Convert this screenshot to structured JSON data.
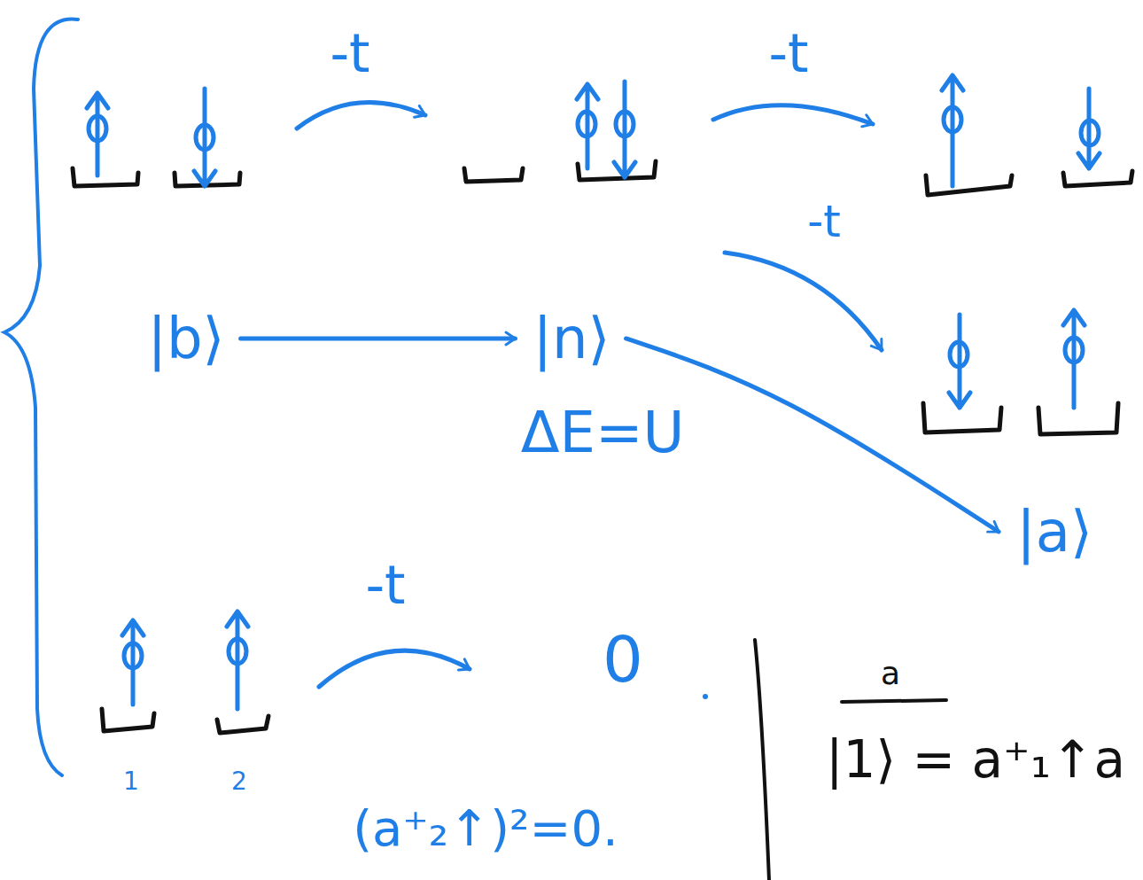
{
  "diagram": {
    "nodes": [
      {
        "text": [
          "|b⟩"
        ]
      },
      {
        "text": [
          "|n⟩"
        ]
      },
      {
        "text": [
          "|a⟩"
        ]
      }
    ],
    "edges": [
      {
        "from": 0,
        "to": 1,
        "arrow": "to"
      },
      {
        "from": 1,
        "to": 2,
        "arrow": "to"
      }
    ],
    "labels": [
      "-t",
      "-t",
      "-t",
      "ΔE=U",
      "-t",
      "0",
      "1",
      "2",
      "(a⁺₂↑)²=0.",
      "a",
      "|1⟩ = a⁺₁↑a"
    ]
  }
}
